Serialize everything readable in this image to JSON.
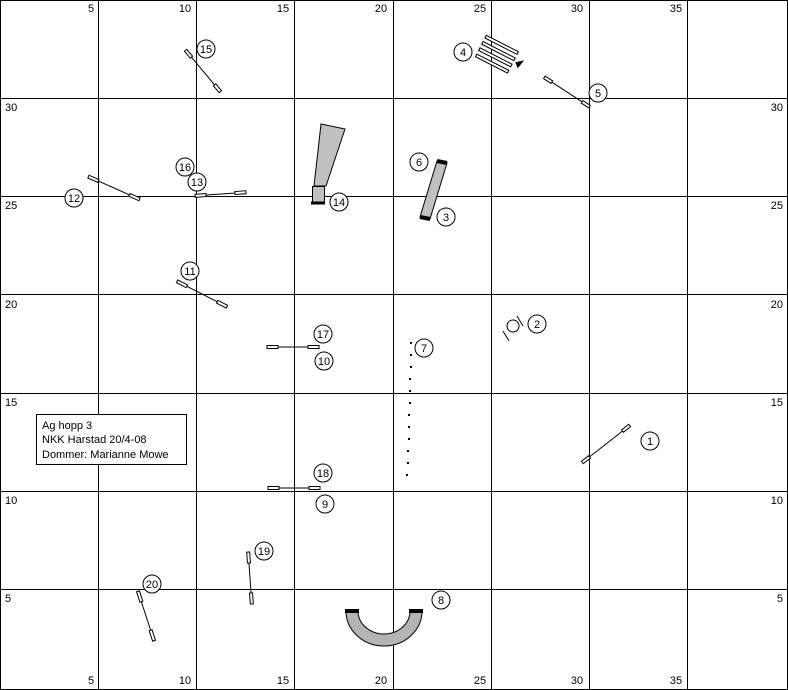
{
  "top_axis_labels": [
    "5",
    "10",
    "15",
    "20",
    "25",
    "30",
    "35"
  ],
  "bottom_axis_labels": [
    "5",
    "10",
    "15",
    "20",
    "25",
    "30",
    "35"
  ],
  "left_axis_labels": [
    "30",
    "25",
    "20",
    "15",
    "10",
    "5"
  ],
  "right_axis_labels": [
    "30",
    "25",
    "20",
    "15",
    "10",
    "5"
  ],
  "info_box": {
    "line1": "Ag hopp 3",
    "line2": "NKK Harstad 20/4-08",
    "line3": "Dommer: Marianne Mowe"
  },
  "obstacle_numbers": [
    "1",
    "2",
    "3",
    "4",
    "5",
    "6",
    "7",
    "8",
    "9",
    "10",
    "11",
    "12",
    "13",
    "14",
    "15",
    "16",
    "17",
    "18",
    "19",
    "20"
  ],
  "colors": {
    "grid": "#000000",
    "equipment_fill": "#c0c0c0",
    "tunnel_fill": "#b4b4b4",
    "tunnel_end": "#000000"
  }
}
